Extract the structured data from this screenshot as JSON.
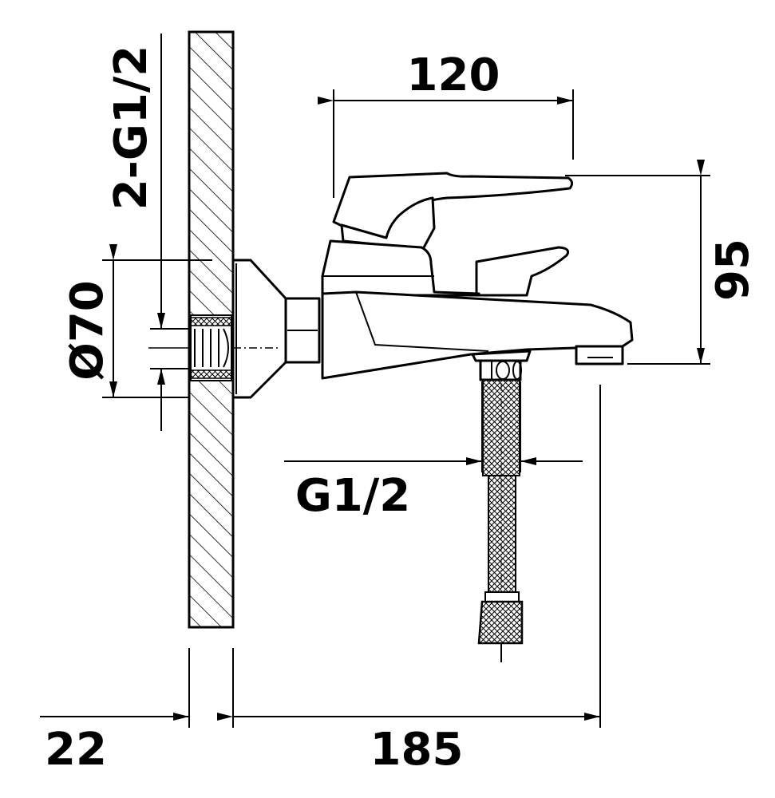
{
  "dimensions": {
    "spout_length": "120",
    "height": "95",
    "wall_connection": "2-G1/2",
    "flange_diameter": "Ø70",
    "hose_thread": "G1/2",
    "wall_offset": "22",
    "total_projection": "185"
  },
  "colors": {
    "line": "#000000",
    "background": "#ffffff"
  }
}
